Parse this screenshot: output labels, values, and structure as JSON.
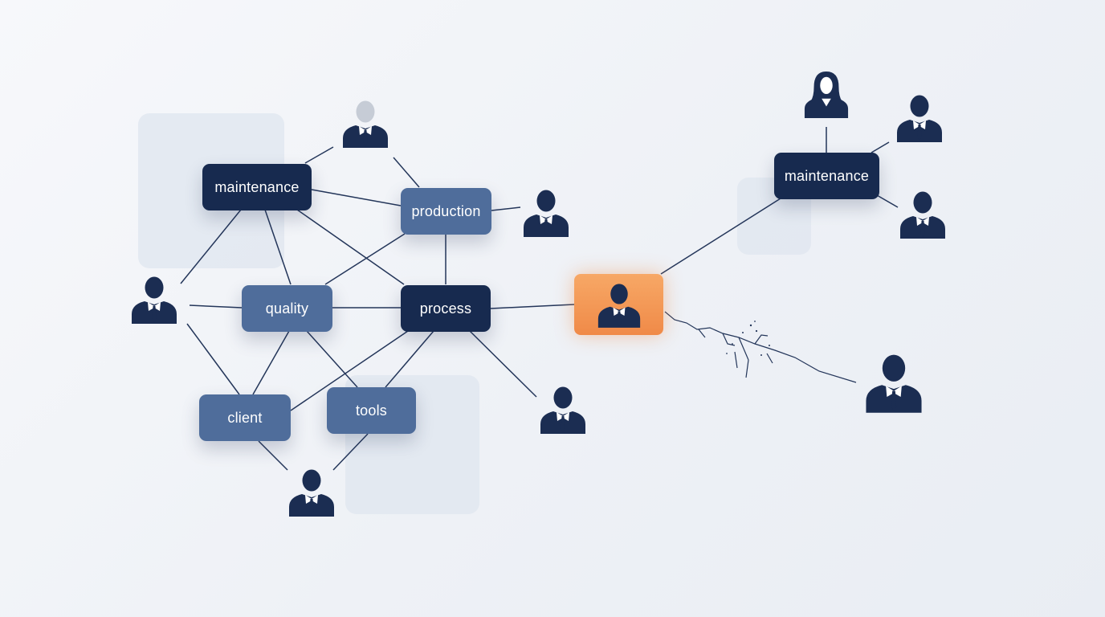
{
  "nodes": {
    "maintenance_left": "maintenance",
    "production": "production",
    "quality": "quality",
    "process": "process",
    "client": "client",
    "tools": "tools",
    "maintenance_right": "maintenance"
  },
  "colors": {
    "node_dark": "#172a4f",
    "node_mid": "#4f6d9b",
    "hub_orange": "#f08a48",
    "person": "#1b2d52",
    "person_faded": "#c6ccd6",
    "line": "#24365a"
  },
  "icons": {
    "person": "person-icon",
    "woman": "woman-icon",
    "hub": "person-icon"
  }
}
